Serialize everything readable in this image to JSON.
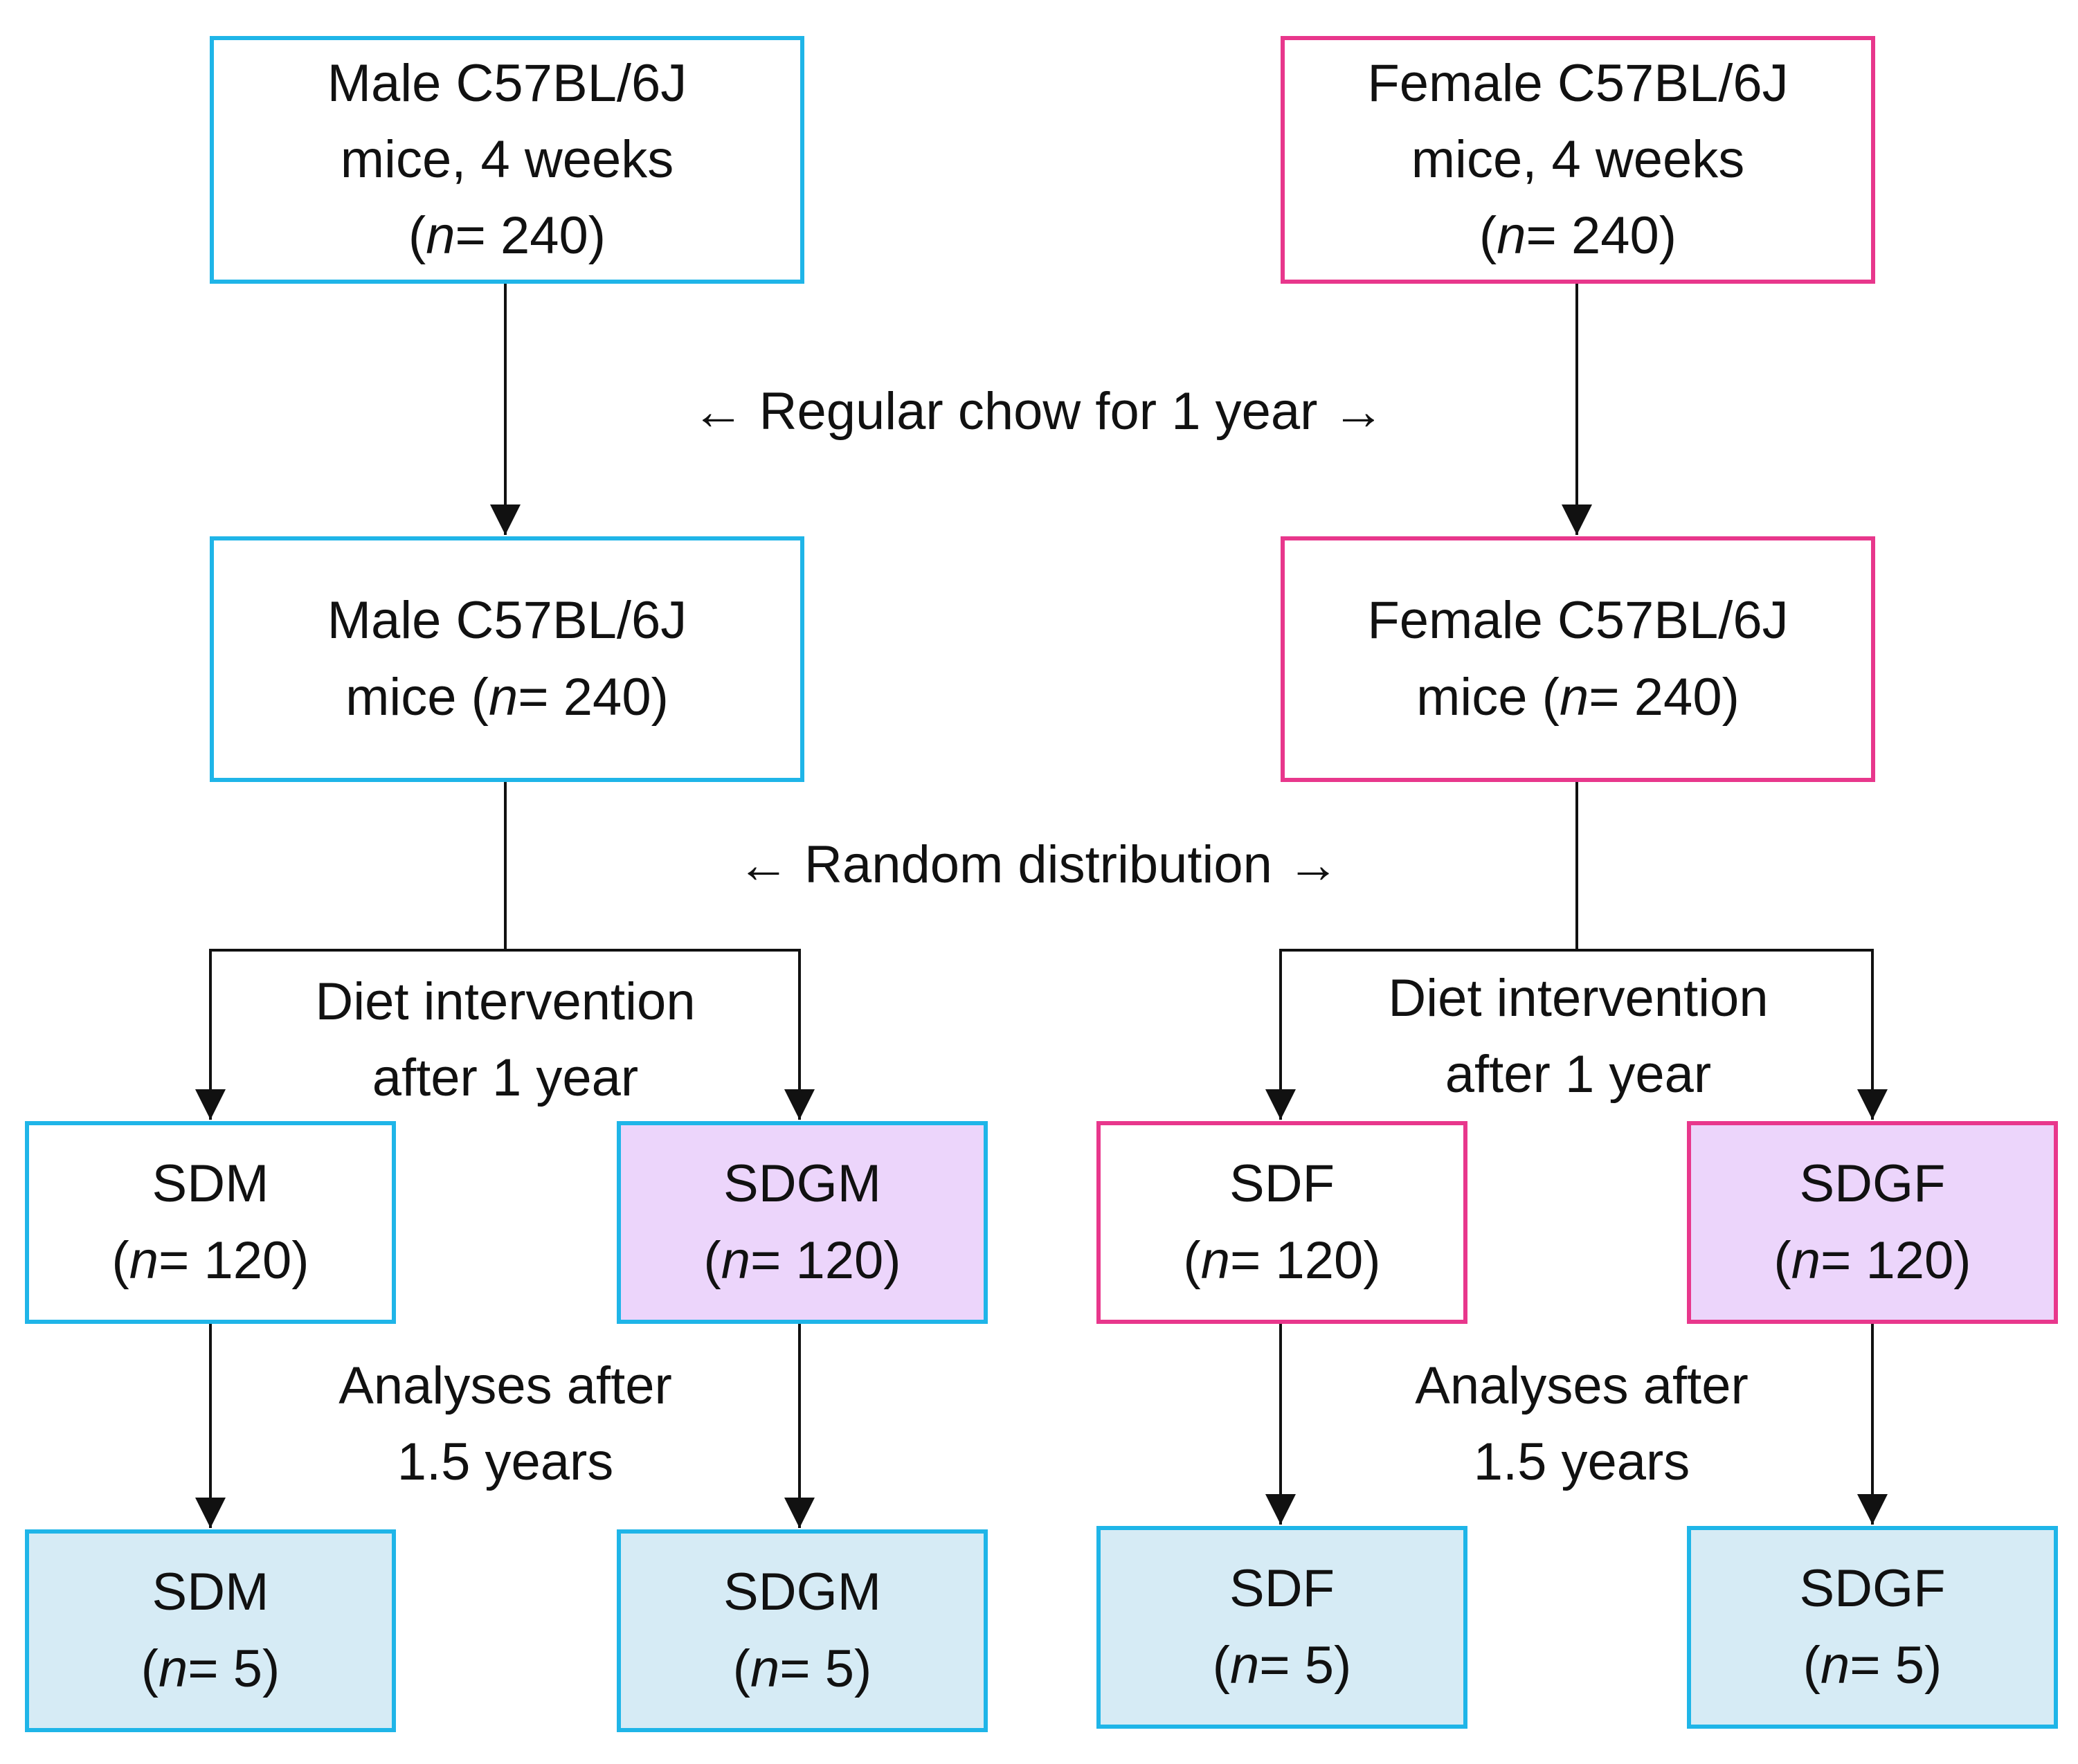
{
  "boxes": {
    "male_start": {
      "line1": "Male C57BL/6J",
      "line2": "mice, 4 weeks",
      "n_open": "(",
      "n_var": "n",
      "n_rest": "= 240)"
    },
    "female_start": {
      "line1": "Female C57BL/6J",
      "line2": "mice, 4 weeks",
      "n_open": "(",
      "n_var": "n",
      "n_rest": "= 240)"
    },
    "male_mid": {
      "line1": "Male C57BL/6J",
      "line2_prefix": "mice  (",
      "n_var": "n",
      "n_rest": "= 240)"
    },
    "female_mid": {
      "line1": "Female C57BL/6J",
      "line2_prefix": "mice (",
      "n_var": "n",
      "n_rest": "= 240)"
    },
    "sdm": {
      "title": "SDM",
      "n_open": "(",
      "n_var": "n",
      "n_rest": "= 120)"
    },
    "sdgm": {
      "title": "SDGM",
      "n_open": "(",
      "n_var": "n",
      "n_rest": "= 120)"
    },
    "sdf": {
      "title": "SDF",
      "n_open": "(",
      "n_var": "n",
      "n_rest": "= 120)"
    },
    "sdgf": {
      "title": "SDGF",
      "n_open": "(",
      "n_var": "n",
      "n_rest": "= 120)"
    },
    "sdm_final": {
      "title": "SDM",
      "n_open": "(",
      "n_var": "n",
      "n_rest": "= 5)"
    },
    "sdgm_final": {
      "title": "SDGM",
      "n_open": "(",
      "n_var": "n",
      "n_rest": "= 5)"
    },
    "sdf_final": {
      "title": "SDF",
      "n_open": "(",
      "n_var": "n",
      "n_rest": "= 5)"
    },
    "sdgf_final": {
      "title": "SDGF",
      "n_open": "(",
      "n_var": "n",
      "n_rest": "= 5)"
    }
  },
  "labels": {
    "regular_chow": "← Regular chow for 1 year →",
    "random_distribution": "← Random distribution →",
    "diet_male_1": "Diet  intervention",
    "diet_male_2": "after 1 year",
    "diet_female_1": "Diet  intervention",
    "diet_female_2": "after 1 year",
    "analyses_male_1": "Analyses after",
    "analyses_male_2": "1.5 years",
    "analyses_female_1": "Analyses after",
    "analyses_female_2": "1.5 years"
  },
  "colors": {
    "male_border": "#1fb5e8",
    "female_border": "#e8378c",
    "sdg_fill": "#ecd5fb",
    "final_fill": "#d6ebf5",
    "arrow": "#111111"
  }
}
